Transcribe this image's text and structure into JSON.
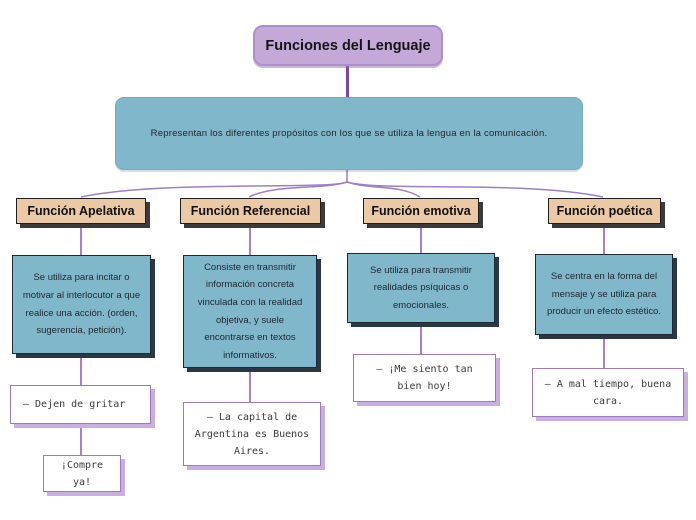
{
  "root": {
    "title": "Funciones del Lenguaje",
    "description": "Representan los diferentes propósitos con los que se utiliza la lengua en la comunicación."
  },
  "branches": [
    {
      "label": "Función Apelativa",
      "description": "Se utiliza para incitar o motivar al interlocutor a que realice una acción. (orden, sugerencia, petición).",
      "examples": [
        "– Dejen de gritar",
        "¡Compre ya!"
      ]
    },
    {
      "label": "Función Referencial",
      "description": "Consiste en transmitir información concreta vinculada con la realidad objetiva, y suele encontrarse en textos informativos.",
      "examples": [
        "– La capital de Argentina es Buenos Aires."
      ]
    },
    {
      "label": "Función emotiva",
      "description": "Se utiliza para transmitir realidades psíquicas o emocionales.",
      "examples": [
        "– ¡Me siento tan bien hoy!"
      ]
    },
    {
      "label": "Función poética",
      "description": "Se centra en la forma del mensaje y se utiliza para producir un efecto estético.",
      "examples": [
        "– A mal tiempo, buena cara."
      ]
    }
  ],
  "colors": {
    "title_fill": "#c4a8d8",
    "teal_fill": "#81b7cb",
    "tan_fill": "#eac9a4",
    "connector": "#a87fca",
    "example_border": "#9d79c2"
  }
}
